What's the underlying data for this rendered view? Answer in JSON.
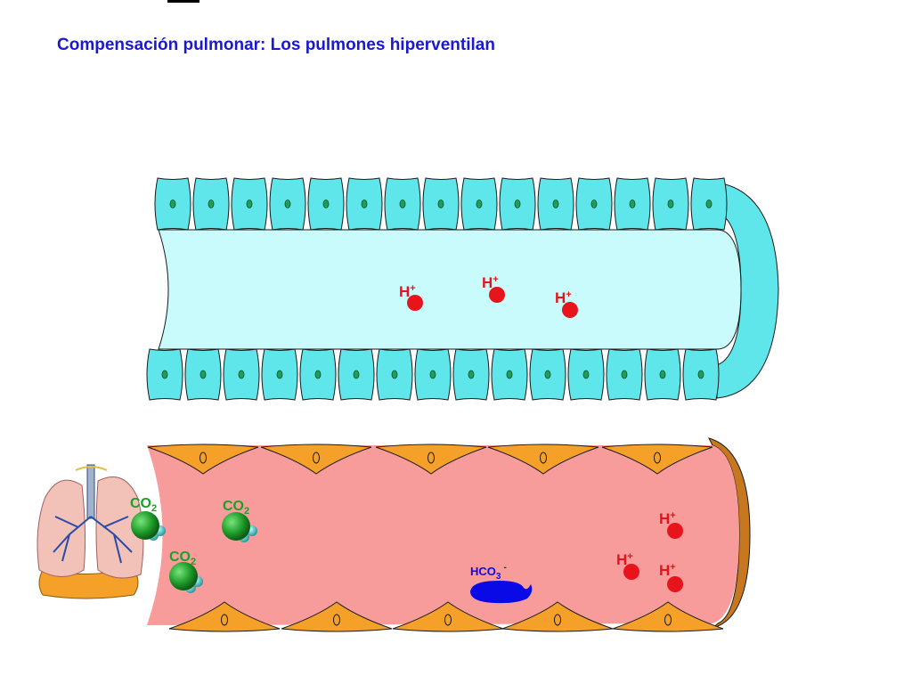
{
  "title": "Compensación pulmonar: Los pulmones hiperventilan",
  "tubule": {
    "ions": [
      {
        "label": "H",
        "sup": "+"
      },
      {
        "label": "H",
        "sup": "+"
      },
      {
        "label": "H",
        "sup": "+"
      }
    ]
  },
  "vessel": {
    "co2": [
      {
        "label": "CO",
        "sub": "2"
      },
      {
        "label": "CO",
        "sub": "2"
      },
      {
        "label": "CO",
        "sub": "2"
      }
    ],
    "ions": [
      {
        "label": "H",
        "sup": "+"
      },
      {
        "label": "H",
        "sup": "+"
      },
      {
        "label": "H",
        "sup": "+"
      }
    ],
    "bicarbonate": {
      "label": "HCO",
      "sub": "3",
      "sup": "-"
    }
  },
  "colors": {
    "title": "#1a1acc",
    "cell_fill": "#5ee6ea",
    "lumen_fill": "#c9fbfc",
    "blood_fill": "#f79b9b",
    "endothelium": "#f5a028",
    "ion": "#e8141c",
    "co2": "#1f9e2a",
    "bicarbonate": "#0a0ae6"
  },
  "icons": {
    "lungs": "lungs-icon"
  }
}
